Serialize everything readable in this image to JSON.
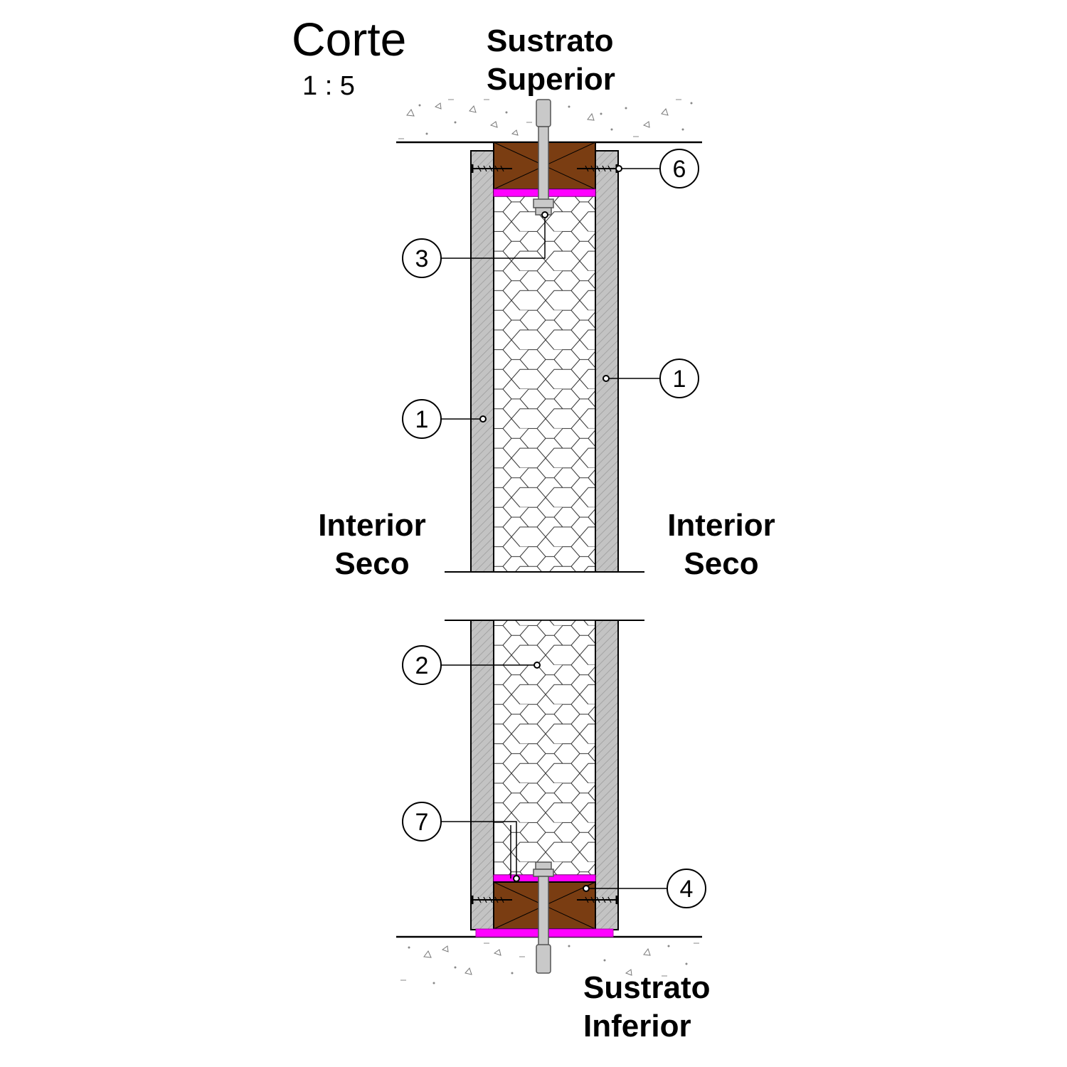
{
  "title": "Corte",
  "scale": "1 : 5",
  "labels": {
    "top_substrate": [
      "Sustrato",
      "Superior"
    ],
    "bottom_substrate": [
      "Sustrato",
      "Inferior"
    ],
    "left_side": [
      "Interior",
      "Seco"
    ],
    "right_side": [
      "Interior",
      "Seco"
    ]
  },
  "callouts": {
    "six": "6",
    "three": "3",
    "one_left": "1",
    "one_right": "1",
    "two": "2",
    "seven": "7",
    "four": "4"
  },
  "colors": {
    "board": "#c3c3c3",
    "timber": "#7a3d12",
    "gasket": "#ff00ff",
    "bolt": "#c9c9c9"
  }
}
